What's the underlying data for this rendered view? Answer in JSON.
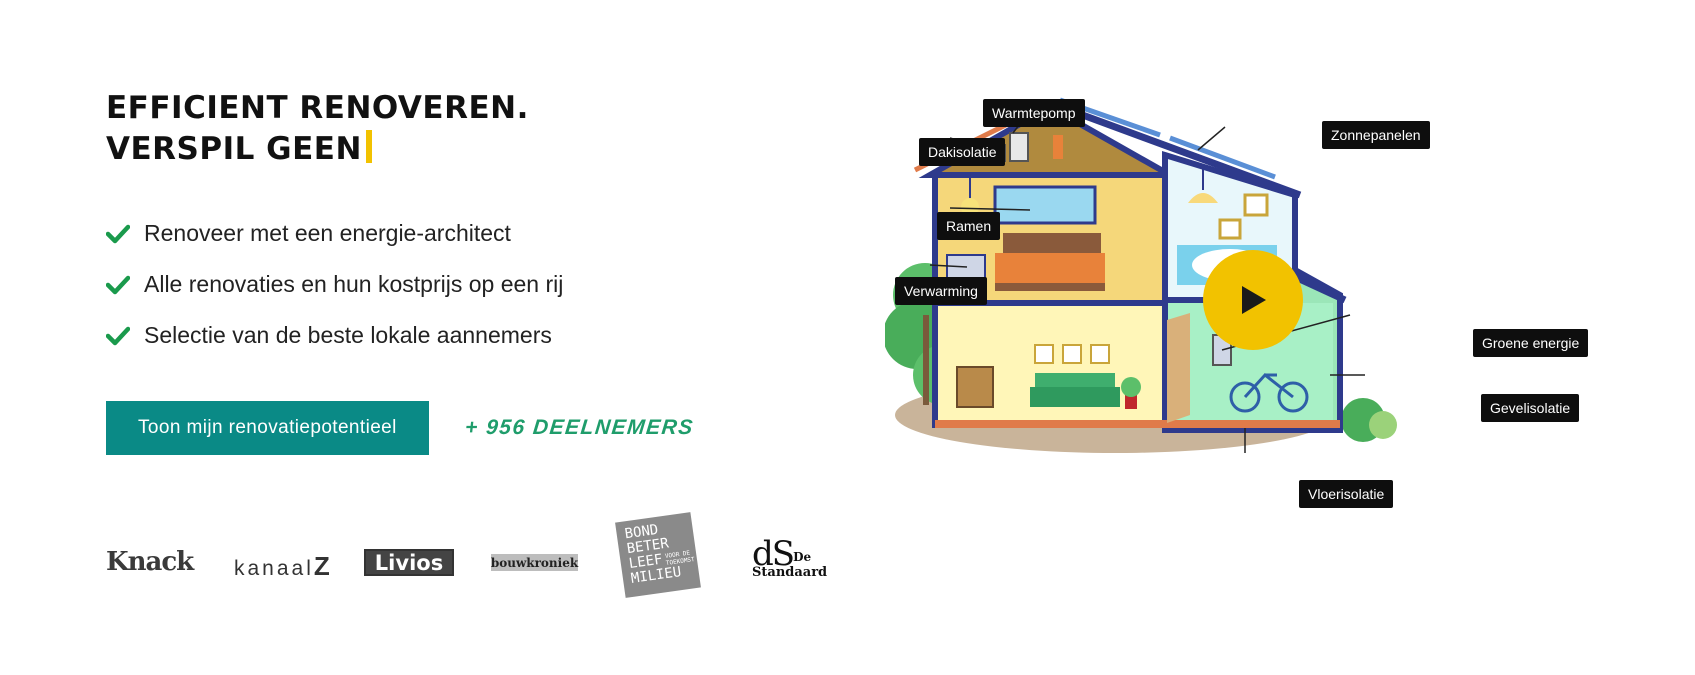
{
  "hero": {
    "headline_line1": "EFFICIENT RENOVEREN.",
    "headline_line2": "VERSPIL GEEN",
    "features": [
      "Renoveer met een energie-architect",
      "Alle renovaties en hun kostprijs op een rij",
      "Selectie van de beste lokale aannemers"
    ],
    "cta_label": "Toon mijn renovatiepotentieel",
    "participants": "+ 956 DEELNEMERS"
  },
  "press_logos": {
    "knack": "Knack",
    "kanaalz_text": "kanaal",
    "kanaalz_z": "Z",
    "livios": "Livios",
    "bouwkroniek": "bouwkroniek",
    "bbl_line1": "BOND",
    "bbl_line2": "BETER",
    "bbl_line3": "LEEF",
    "bbl_line4": "MILIEU",
    "bbl_small1": "VOOR DE",
    "bbl_small2": "TOEKOMST",
    "ds_mark": "dS",
    "ds_de": "De",
    "ds_standaard": "Standaard"
  },
  "house_labels": {
    "warmtepomp": "Warmtepomp",
    "dakisolatie": "Dakisolatie",
    "zonnepanelen": "Zonnepanelen",
    "ramen": "Ramen",
    "verwarming": "Verwarming",
    "groene_energie": "Groene energie",
    "gevelisolatie": "Gevelisolatie",
    "vloerisolatie": "Vloerisolatie"
  },
  "colors": {
    "accent_yellow": "#f2c200",
    "cta_teal": "#0a8a86",
    "check_green": "#1a9a4c",
    "participants_green": "#1f9d6b",
    "house_navy": "#2e3a8c"
  },
  "icons": {
    "check": "check-icon",
    "play": "play-icon"
  }
}
